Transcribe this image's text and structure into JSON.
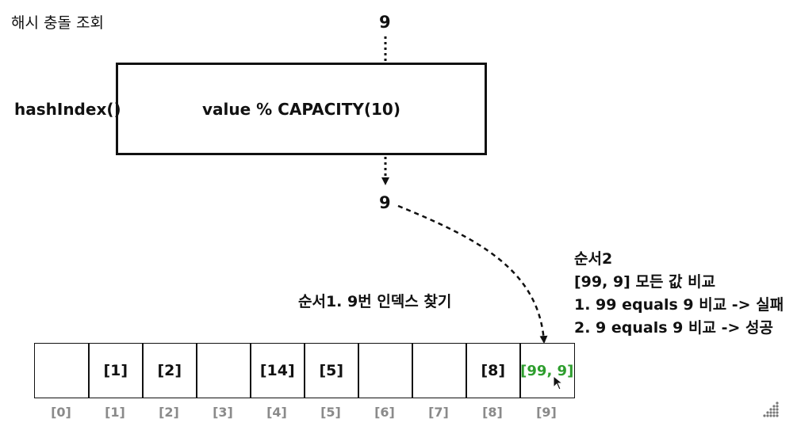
{
  "title": "해시 충돌 조회",
  "input_value": "9",
  "function_label": "hashIndex()",
  "hash_expression": "value % CAPACITY(10)",
  "computed_index": "9",
  "step1_label": "순서1. 9번 인덱스 찾기",
  "step2_lines": [
    "순서2",
    "[99, 9] 모든 값 비교",
    "1. 99 equals 9 비교 -> 실패",
    "2. 9 equals 9 비교 -> 성공"
  ],
  "array_cells": [
    "",
    "[1]",
    "[2]",
    "",
    "[14]",
    "[5]",
    "",
    "",
    "[8]",
    "[99, 9]"
  ],
  "highlight_index": 9,
  "highlight_color": "#2e9e2e",
  "index_labels": [
    "[0]",
    "[1]",
    "[2]",
    "[3]",
    "[4]",
    "[5]",
    "[6]",
    "[7]",
    "[8]",
    "[9]"
  ],
  "icons": [
    "mouse-cursor-icon",
    "resize-grip-icon"
  ]
}
